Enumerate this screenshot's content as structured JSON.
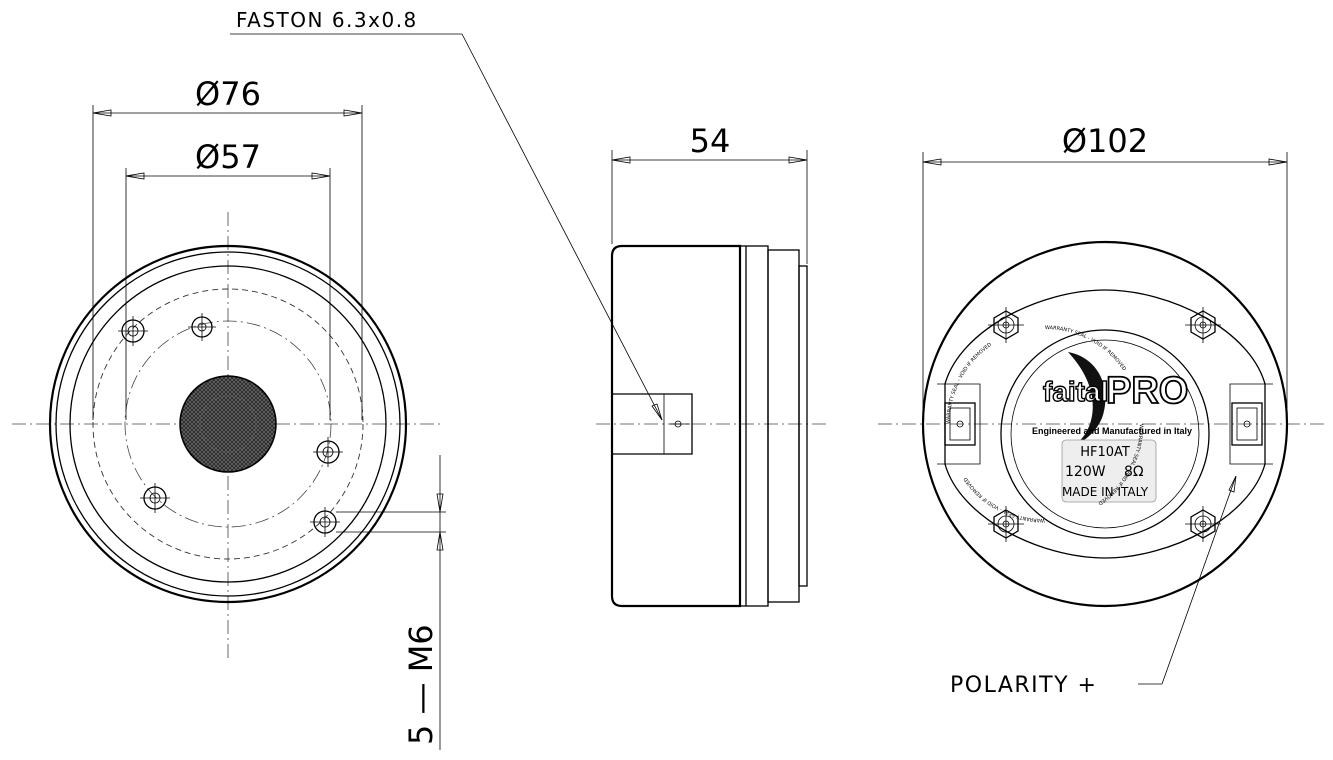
{
  "labels": {
    "faston": "FASTON 6.3x0.8",
    "dia76": "Ø76",
    "dia57": "Ø57",
    "depth54": "54",
    "dia102": "Ø102",
    "screws": "5 — M6",
    "polarity": "POLARITY +"
  },
  "logo": {
    "brand_left": "faital",
    "brand_right": "PRO",
    "tagline": "Engineered and Manufactured in Italy"
  },
  "label_plate": {
    "model": "HF10AT",
    "power": "120W",
    "impedance": "8Ω",
    "origin": "MADE IN ITALY"
  },
  "seal_ring": {
    "text": "WARRANTY SEAL - VOID IF REMOVED"
  }
}
